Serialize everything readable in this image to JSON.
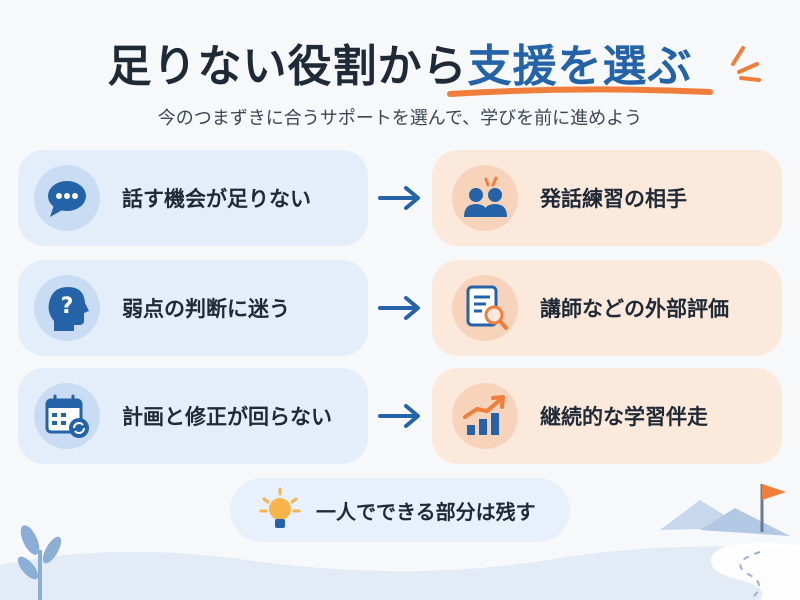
{
  "title": {
    "main": "足りない役割から",
    "accent": "支援を選ぶ"
  },
  "subtitle": "今のつまずきに合うサポートを選んで、学びを前に進めよう",
  "rows": [
    {
      "problem": "話す機会が足りない",
      "solution": "発話練習の相手",
      "problem_icon": "chat-bubble-icon",
      "solution_icon": "people-icon"
    },
    {
      "problem": "弱点の判断に迷う",
      "solution": "講師などの外部評価",
      "problem_icon": "head-question-icon",
      "solution_icon": "document-search-icon"
    },
    {
      "problem": "計画と修正が回らない",
      "solution": "継続的な学習伴走",
      "problem_icon": "calendar-refresh-icon",
      "solution_icon": "growth-chart-icon"
    }
  ],
  "bottom_note": "一人でできる部分は残す",
  "colors": {
    "blue": "#2563a8",
    "orange": "#f07d3a",
    "left_card": "#e4eefb",
    "right_card": "#fbe9dc"
  }
}
